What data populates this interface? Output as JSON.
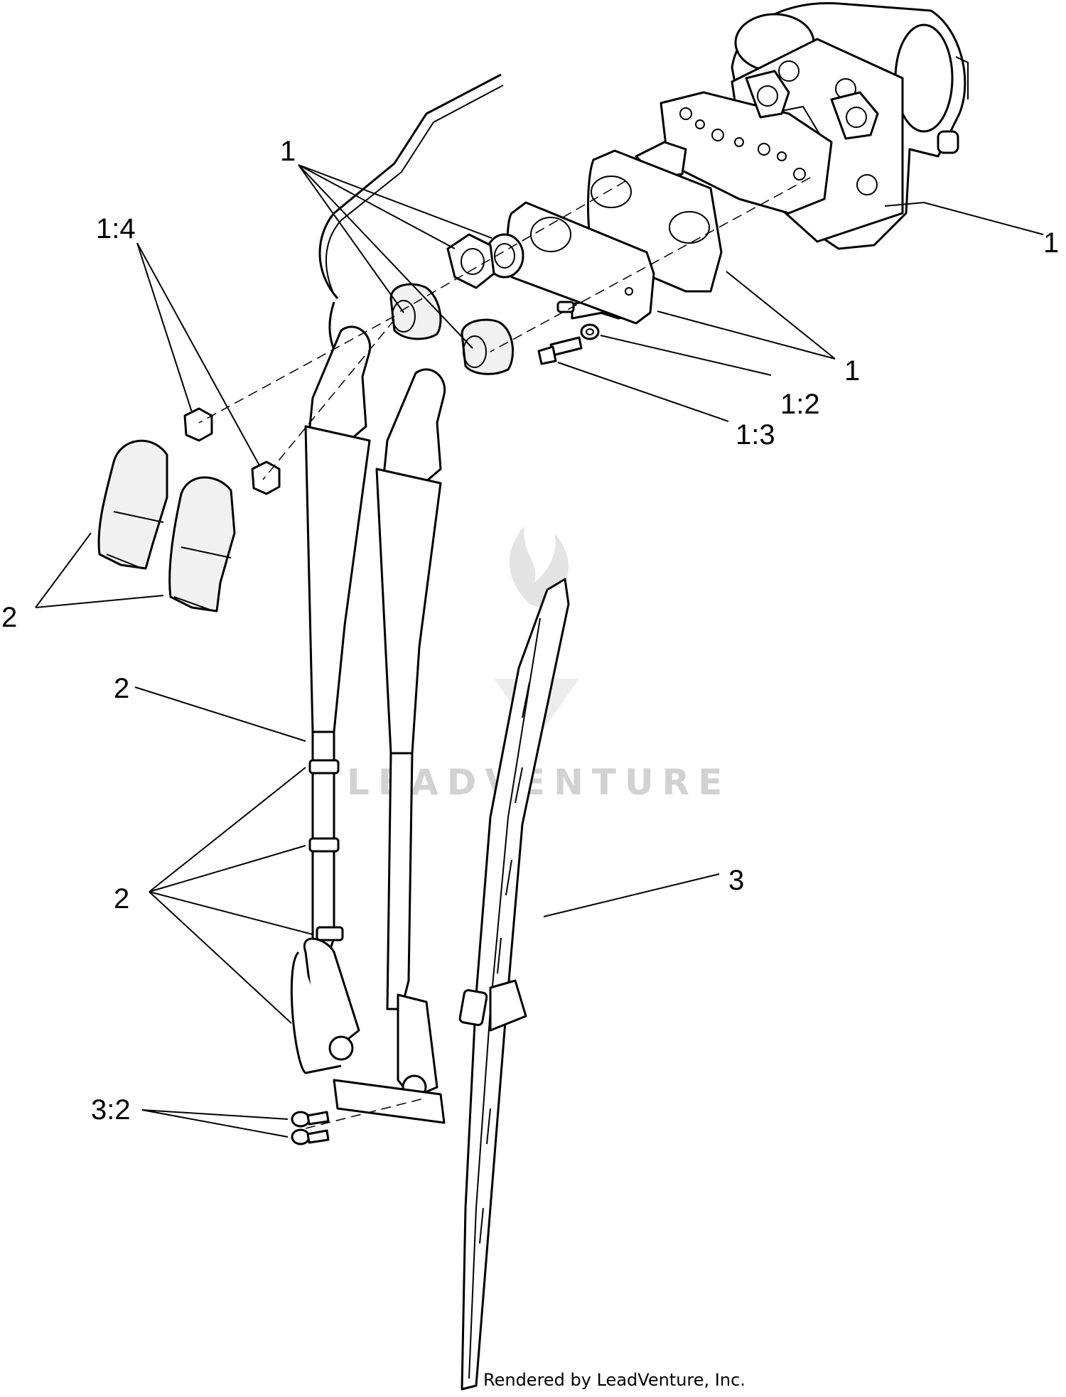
{
  "callouts": {
    "c1_top": "1",
    "c1_motor": "1",
    "c1_plate": "1",
    "c1_2": "1:2",
    "c1_3": "1:3",
    "c1_4": "1:4",
    "c2_caps": "2",
    "c2_arm": "2",
    "c2_clips": "2",
    "c3": "3",
    "c3_2": "3:2"
  },
  "watermark": "LEADVENTURE",
  "credit": "Rendered by LeadVenture, Inc."
}
